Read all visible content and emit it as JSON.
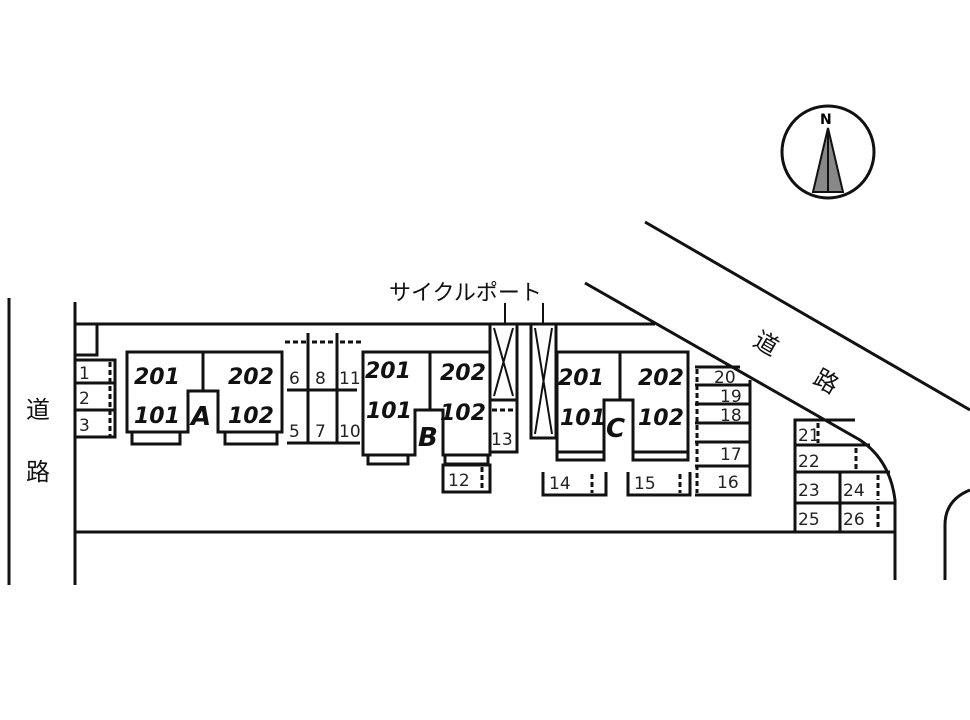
{
  "road_label": [
    "道",
    "路"
  ],
  "cycle_port_label": "サイクルポート",
  "compass": {
    "label": "N"
  },
  "buildings": [
    {
      "name": "A",
      "units": [
        "201",
        "202",
        "101",
        "102"
      ]
    },
    {
      "name": "B",
      "units": [
        "201",
        "202",
        "101",
        "102"
      ]
    },
    {
      "name": "C",
      "units": [
        "201",
        "202",
        "101",
        "102"
      ]
    }
  ],
  "parking": [
    "1",
    "2",
    "3",
    "5",
    "6",
    "7",
    "8",
    "10",
    "11",
    "12",
    "13",
    "14",
    "15",
    "16",
    "17",
    "18",
    "19",
    "20",
    "21",
    "22",
    "23",
    "24",
    "25",
    "26"
  ]
}
